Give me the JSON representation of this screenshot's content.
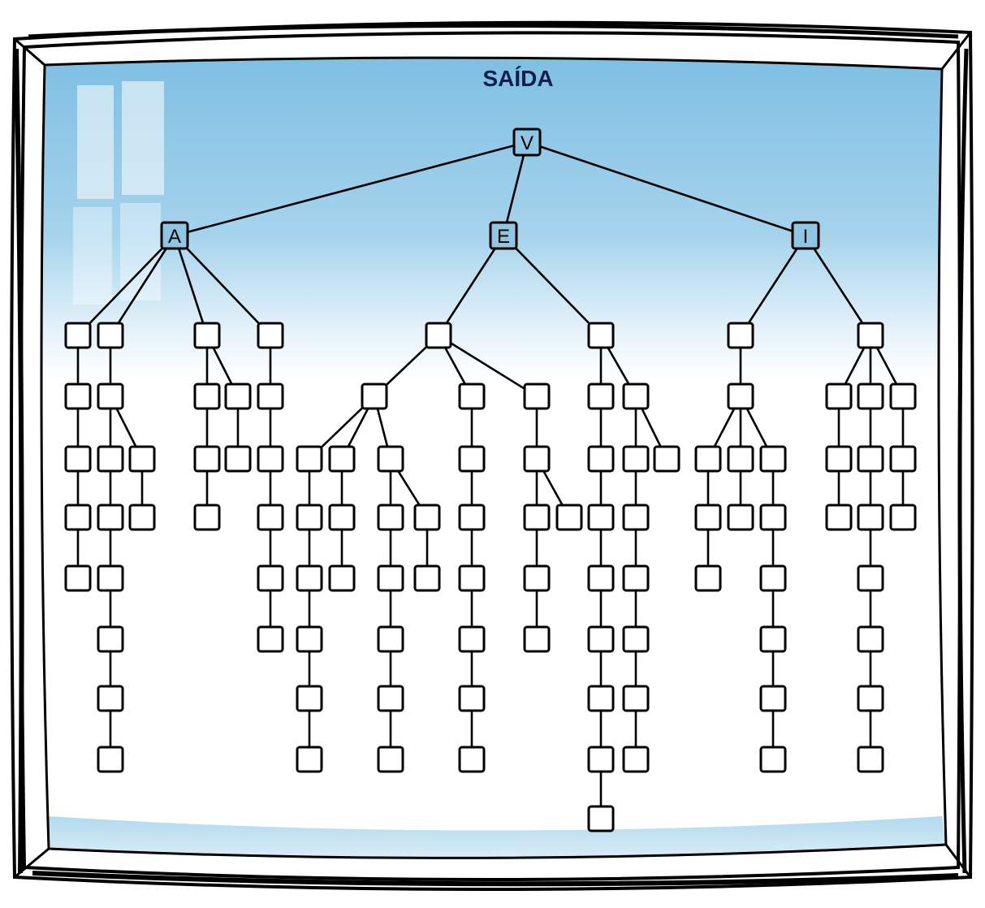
{
  "screen": {
    "title": "SAÍDA",
    "sky_color": "#8ec6e4",
    "frame_color": "#000000",
    "text_color": "#0c1f4a"
  },
  "tree": {
    "root": "V",
    "level1": [
      "A",
      "E",
      "I"
    ]
  }
}
